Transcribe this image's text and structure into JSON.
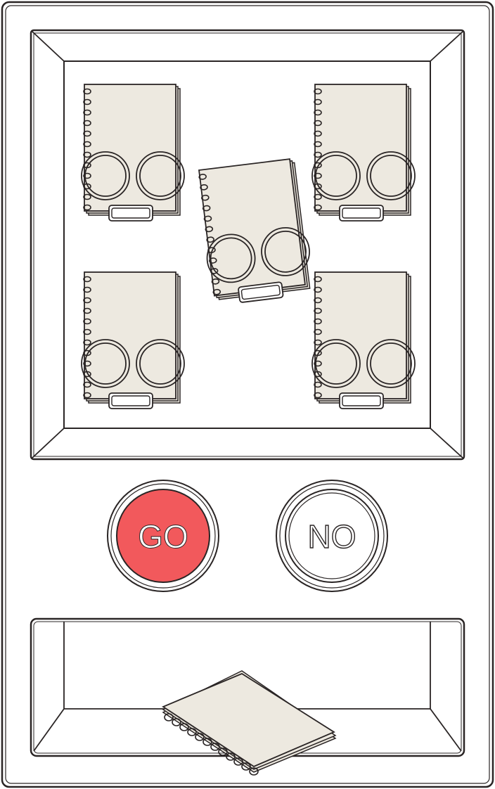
{
  "machine": {
    "slots": [
      {
        "id": "slot-top-left"
      },
      {
        "id": "slot-top-right"
      },
      {
        "id": "slot-center"
      },
      {
        "id": "slot-bottom-left"
      },
      {
        "id": "slot-bottom-right"
      }
    ],
    "buttons": {
      "go_label": "GO",
      "no_label": "NO",
      "go_color": "#f2595c",
      "no_color": "#ffffff"
    },
    "tray": {
      "item": "spiral-notebook"
    }
  },
  "colors": {
    "outline": "#2a2525",
    "notebook_fill": "#ede9e0",
    "background": "#ffffff"
  }
}
